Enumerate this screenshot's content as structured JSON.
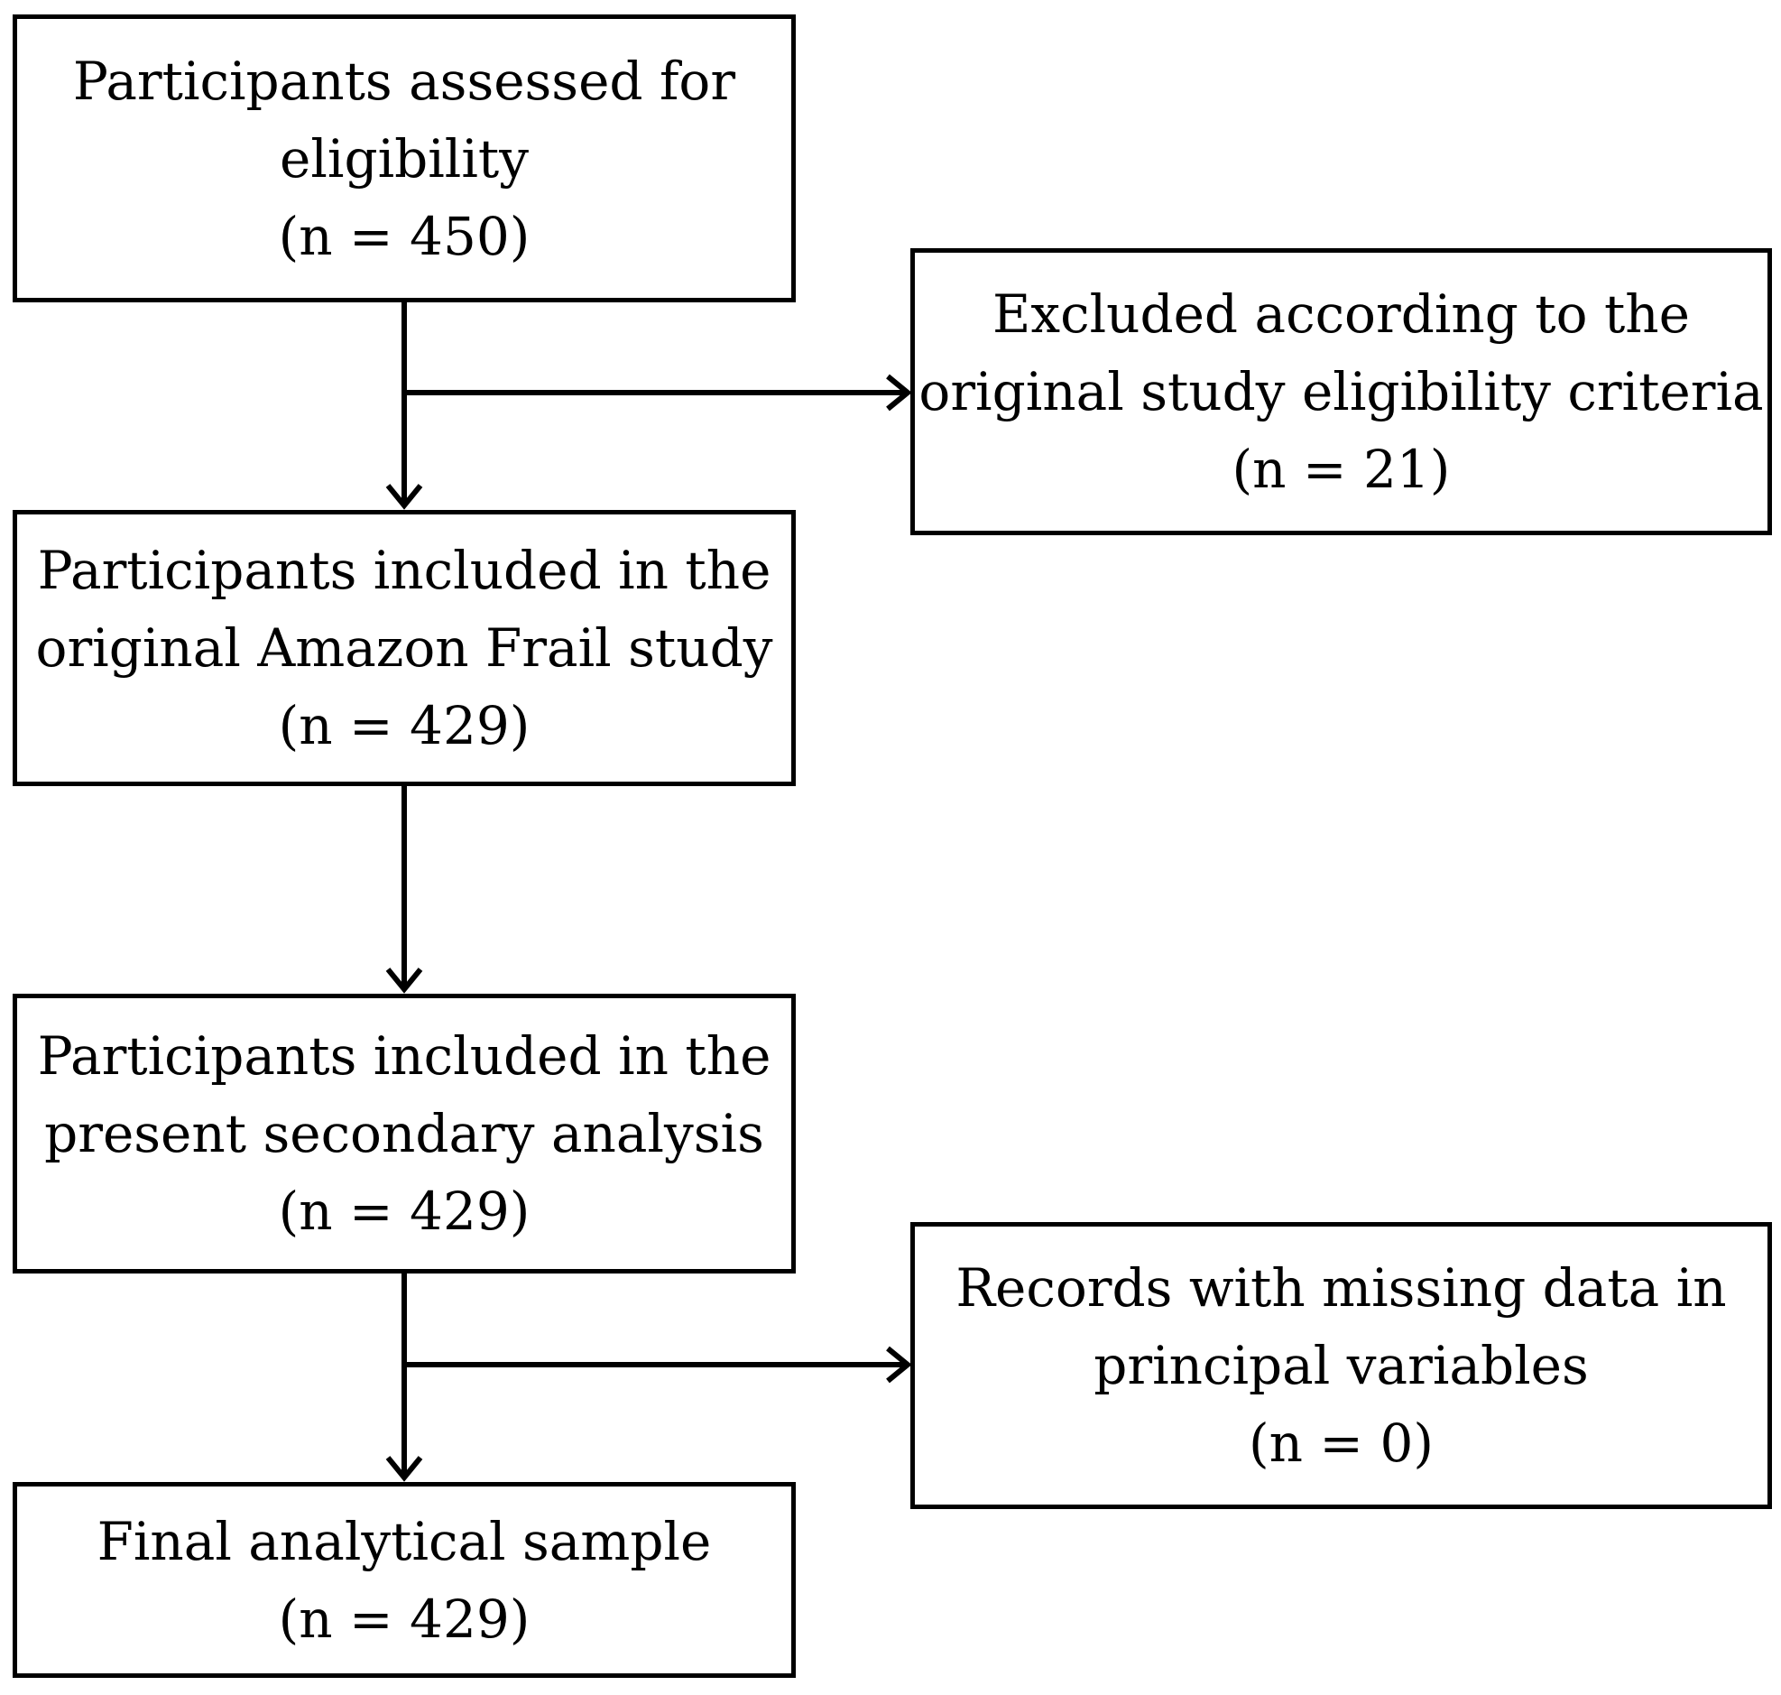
{
  "nodes": {
    "assessed": {
      "lines": [
        "Participants assessed for",
        "eligibility",
        "(n = 450)"
      ]
    },
    "excluded": {
      "lines": [
        "Excluded according to the",
        "original study eligibility criteria",
        "(n = 21)"
      ]
    },
    "original_study": {
      "lines": [
        "Participants included in the",
        "original Amazon Frail study",
        "(n = 429)"
      ]
    },
    "secondary_analysis": {
      "lines": [
        "Participants included in the",
        "present secondary analysis",
        "(n = 429)"
      ]
    },
    "missing_data": {
      "lines": [
        "Records with missing data in",
        "principal variables",
        "(n = 0)"
      ]
    },
    "final_sample": {
      "lines": [
        "Final analytical sample",
        "(n = 429)"
      ]
    }
  },
  "edges": [
    {
      "from": "assessed",
      "to": "original_study"
    },
    {
      "from": "assessed",
      "to": "excluded"
    },
    {
      "from": "original_study",
      "to": "secondary_analysis"
    },
    {
      "from": "secondary_analysis",
      "to": "final_sample"
    },
    {
      "from": "secondary_analysis",
      "to": "missing_data"
    }
  ]
}
